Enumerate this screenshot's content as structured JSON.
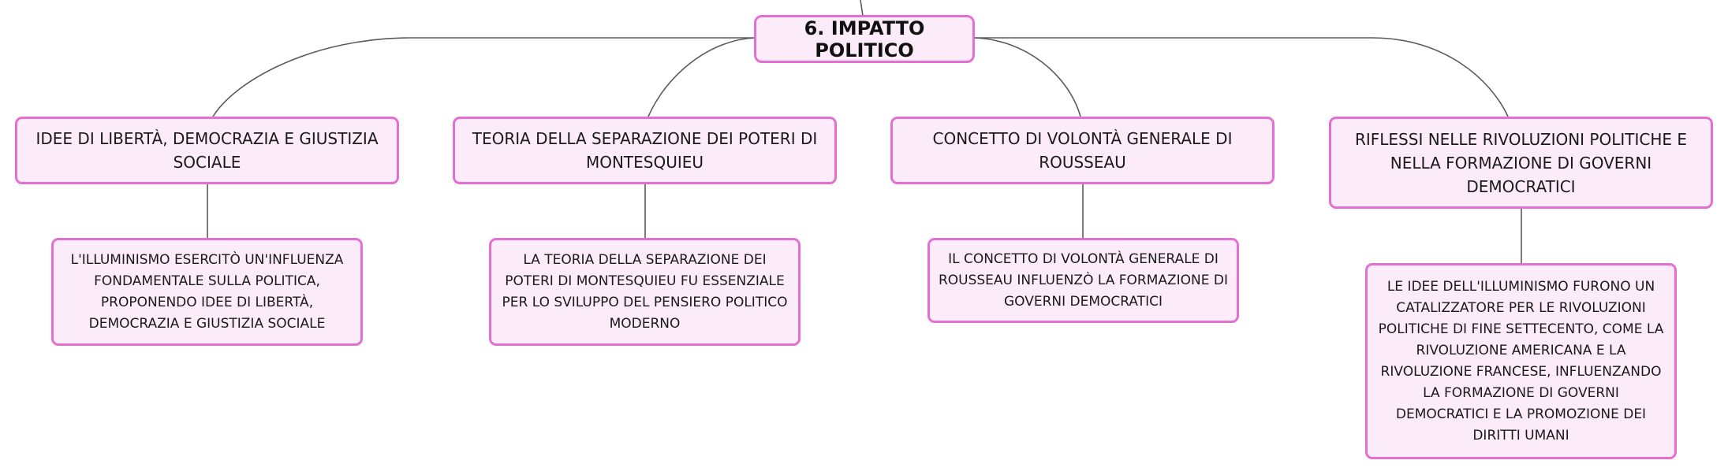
{
  "diagram": {
    "root": {
      "label": "6. IMPATTO POLITICO"
    },
    "branches": [
      {
        "topic": "IDEE DI LIBERTÀ, DEMOCRAZIA E GIUSTIZIA SOCIALE",
        "detail": "L'ILLUMINISMO ESERCITÒ UN'INFLUENZA FONDAMENTALE SULLA POLITICA, PROPONENDO IDEE DI LIBERTÀ, DEMOCRAZIA E GIUSTIZIA SOCIALE"
      },
      {
        "topic": "TEORIA DELLA SEPARAZIONE DEI POTERI DI MONTESQUIEU",
        "detail": "LA TEORIA DELLA SEPARAZIONE DEI POTERI DI MONTESQUIEU FU ESSENZIALE PER LO SVILUPPO DEL PENSIERO POLITICO MODERNO"
      },
      {
        "topic": "CONCETTO DI VOLONTÀ GENERALE DI ROUSSEAU",
        "detail": "IL CONCETTO DI VOLONTÀ GENERALE DI ROUSSEAU INFLUENZÒ LA FORMAZIONE DI GOVERNI DEMOCRATICI"
      },
      {
        "topic": "RIFLESSI NELLE RIVOLUZIONI POLITICHE E NELLA FORMAZIONE DI GOVERNI DEMOCRATICI",
        "detail": "LE IDEE DELL'ILLUMINISMO FURONO UN CATALIZZATORE PER LE RIVOLUZIONI POLITICHE DI FINE SETTECENTO, COME LA RIVOLUZIONE AMERICANA E LA RIVOLUZIONE FRANCESE, INFLUENZANDO LA FORMAZIONE DI GOVERNI DEMOCRATICI E LA PROMOZIONE DEI DIRITTI UMANI"
      }
    ],
    "colors": {
      "node_fill": "#fcebf8",
      "node_border": "#e36fd2",
      "connector": "#5a5a5a",
      "text": "#1a1a1a"
    }
  }
}
